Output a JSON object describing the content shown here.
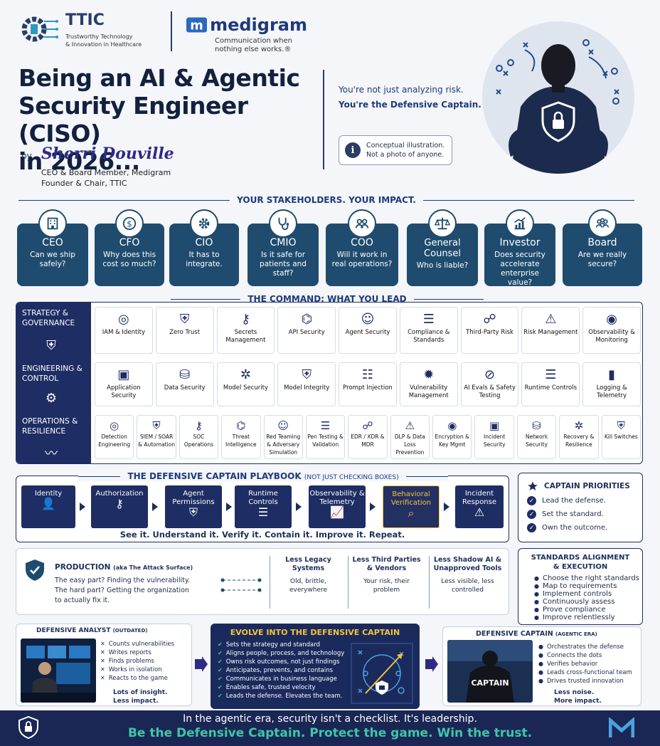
{
  "header": {
    "ttic_title": "TTIC",
    "ttic_sub1": "Trustworthy Technology",
    "ttic_sub2": "& Innovation in Healthcare",
    "medigram_name": "medigram",
    "medigram_tag1": "Communication when",
    "medigram_tag2": "nothing else works.®",
    "title_line1": "Being an AI & Agentic",
    "title_line2": "Security Engineer (CISO)",
    "title_line3": "in 2026...",
    "by": "by",
    "author": "Sherri Douville",
    "role1": "CEO & Board Member, Medigram",
    "role2": "Founder & Chair, TTIC",
    "tagline1": "You're not just analyzing risk.",
    "tagline2": "You're the Defensive Captain.",
    "note1": "Conceptual illustration.",
    "note2": "Not a photo of anyone."
  },
  "stakeholders": {
    "heading": "YOUR STAKEHOLDERS. YOUR IMPACT.",
    "items": [
      {
        "name": "CEO",
        "q": "Can we ship safely?",
        "icon": "building-icon"
      },
      {
        "name": "CFO",
        "q": "Why does this cost so much?",
        "icon": "dollar-icon"
      },
      {
        "name": "CIO",
        "q": "It has to integrate.",
        "icon": "gear-icon"
      },
      {
        "name": "CMIO",
        "q": "Is it safe for patients and staff?",
        "icon": "stethoscope-icon"
      },
      {
        "name": "COO",
        "q": "Will it work in real operations?",
        "icon": "team-icon"
      },
      {
        "name": "General Counsel",
        "q": "Who is liable?",
        "icon": "scales-icon"
      },
      {
        "name": "Investor",
        "q": "Does security accelerate enterprise value?",
        "icon": "growth-chart-icon"
      },
      {
        "name": "Board",
        "q": "Are we really secure?",
        "icon": "board-icon"
      }
    ]
  },
  "command": {
    "heading": "THE COMMAND: WHAT YOU LEAD",
    "rows": [
      {
        "label": "STRATEGY & GOVERNANCE",
        "tiles": [
          "IAM & Identity",
          "Zero Trust",
          "Secrets Management",
          "API Security",
          "Agent Security",
          "Compliance & Standards",
          "Third-Party Risk",
          "Risk Management",
          "Observability & Monitoring"
        ]
      },
      {
        "label": "ENGINEERING & CONTROL",
        "tiles": [
          "Application Security",
          "Data Security",
          "Model Security",
          "Model Integrity",
          "Prompt Injection",
          "Vulnerability Management",
          "AI Evals & Safety Testing",
          "Runtime Controls",
          "Logging & Telemetry"
        ]
      },
      {
        "label": "OPERATIONS & RESILIENCE",
        "tiles": [
          "Detection Engineering",
          "SIEM / SOAR & Automation",
          "SOC Operations",
          "Threat Intelligence",
          "Red Teaming & Adversary Simulation",
          "Pen Testing & Validation",
          "EDR / XDR & MDR",
          "DLP & Data Loss Prevention",
          "Encryption & Key Mgmt",
          "Incident Security",
          "Network Security",
          "Recovery & Resilience",
          "Kill Switches"
        ]
      }
    ]
  },
  "playbook": {
    "heading": "THE DEFENSIVE CAPTAIN PLAYBOOK",
    "heading_note": "(NOT JUST CHECKING BOXES)",
    "steps": [
      "Identity",
      "Authorization",
      "Agent Permissions",
      "Runtime Controls",
      "Observability & Telemetry",
      "Behavioral Verification",
      "Incident Response"
    ],
    "footer": "See it. Understand it. Verify it. Contain it. Improve it. Repeat."
  },
  "priorities": {
    "heading": "CAPTAIN PRIORITIES",
    "items": [
      "Lead the defense.",
      "Set the standard.",
      "Own the outcome."
    ]
  },
  "production": {
    "title": "PRODUCTION",
    "title_note": "(aka The Attack Surface)",
    "line1": "The easy part? Finding the vulnerability.",
    "line2": "The hard part? Getting the organization",
    "line3": "to actually fix it.",
    "cols": [
      {
        "head": "Less Legacy Systems",
        "sub": "Old, brittle, everywhere"
      },
      {
        "head": "Less Third Parties & Vendors",
        "sub": "Your risk, their problem"
      },
      {
        "head": "Less Shadow AI & Unapproved Tools",
        "sub": "Less visible, less controlled"
      }
    ]
  },
  "standards": {
    "heading1": "STANDARDS ALIGNMENT",
    "heading2": "& EXECUTION",
    "items": [
      "Choose the right standards",
      "Map to requirements",
      "Implement controls",
      "Continuously assess",
      "Prove compliance",
      "Improve relentlessly"
    ]
  },
  "analyst": {
    "title": "DEFENSIVE ANALYST",
    "title_note": "(OUTDATED)",
    "items": [
      "Counts vulnerabilities",
      "Writes reports",
      "Finds problems",
      "Works in isolation",
      "Reacts to the game"
    ],
    "summary1": "Lots of insight.",
    "summary2": "Less impact."
  },
  "evolve": {
    "title": "EVOLVE INTO THE DEFENSIVE CAPTAIN",
    "items": [
      "Sets the strategy and standard",
      "Aligns people, process, and technology",
      "Owns risk outcomes, not just findings",
      "Anticipates, prevents, and contains",
      "Communicates in business language",
      "Enables safe, trusted velocity",
      "Leads the defense. Elevates the team."
    ]
  },
  "captain": {
    "title": "DEFENSIVE CAPTAIN",
    "title_note": "(AGENTIC ERA)",
    "jersey": "CAPTAIN",
    "items": [
      "Orchestrates the defense",
      "Connects the dots",
      "Verifies behavior",
      "Leads cross-functional team",
      "Drives trusted innovation"
    ],
    "summary1": "Less noise.",
    "summary2": "More impact."
  },
  "footer": {
    "line1": "In the agentic era, security isn't a checklist. It's leadership.",
    "line2": "Be the Defensive Captain. Protect the game. Win the trust."
  },
  "colors": {
    "navy": "#1e2d63",
    "teal": "#1f4c6e",
    "gold": "#f5c33b",
    "footer_green": "#3fc6a8"
  }
}
